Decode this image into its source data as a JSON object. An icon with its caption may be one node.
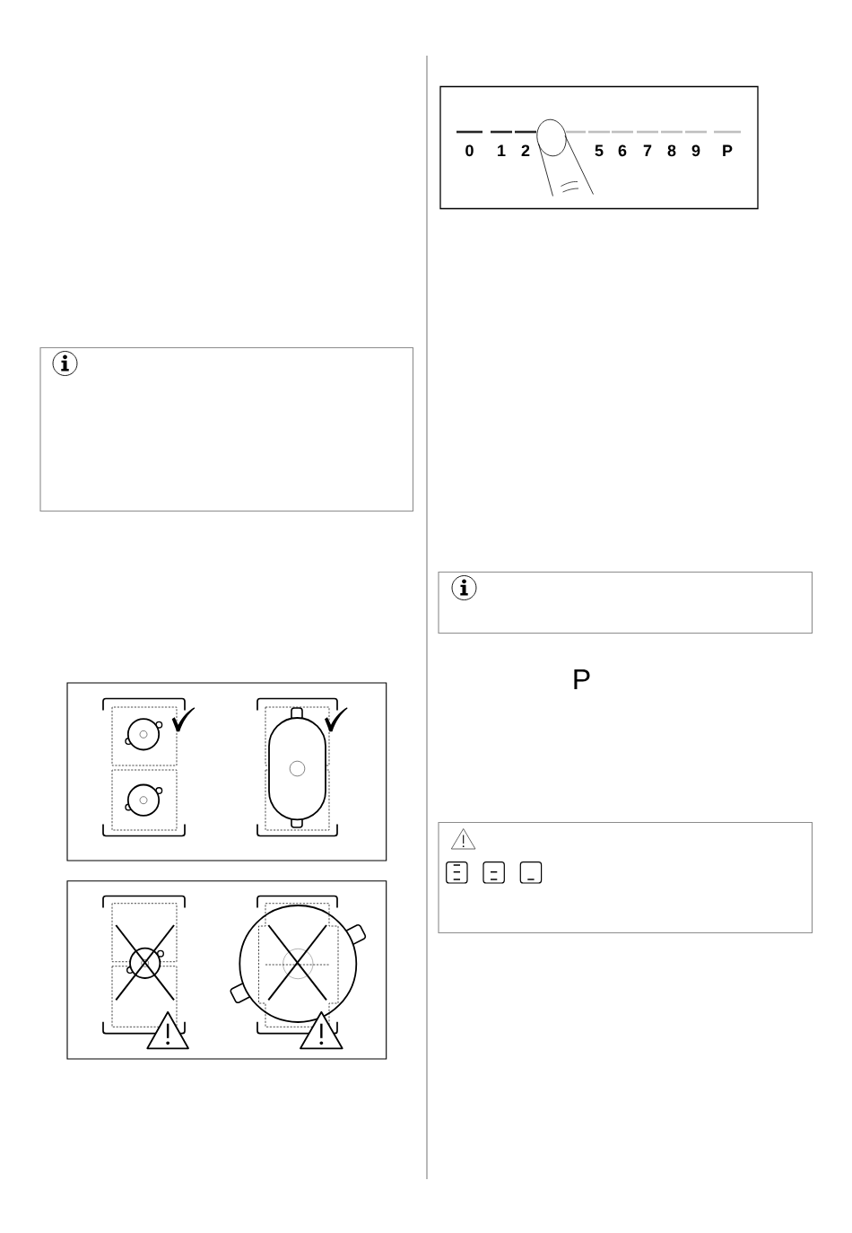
{
  "diagram": {
    "nodes": [
      {
        "text": [
          "0",
          "1",
          "2",
          "5",
          "6",
          "7",
          "8",
          "9",
          "P"
        ]
      }
    ],
    "labels": [
      "P"
    ]
  }
}
